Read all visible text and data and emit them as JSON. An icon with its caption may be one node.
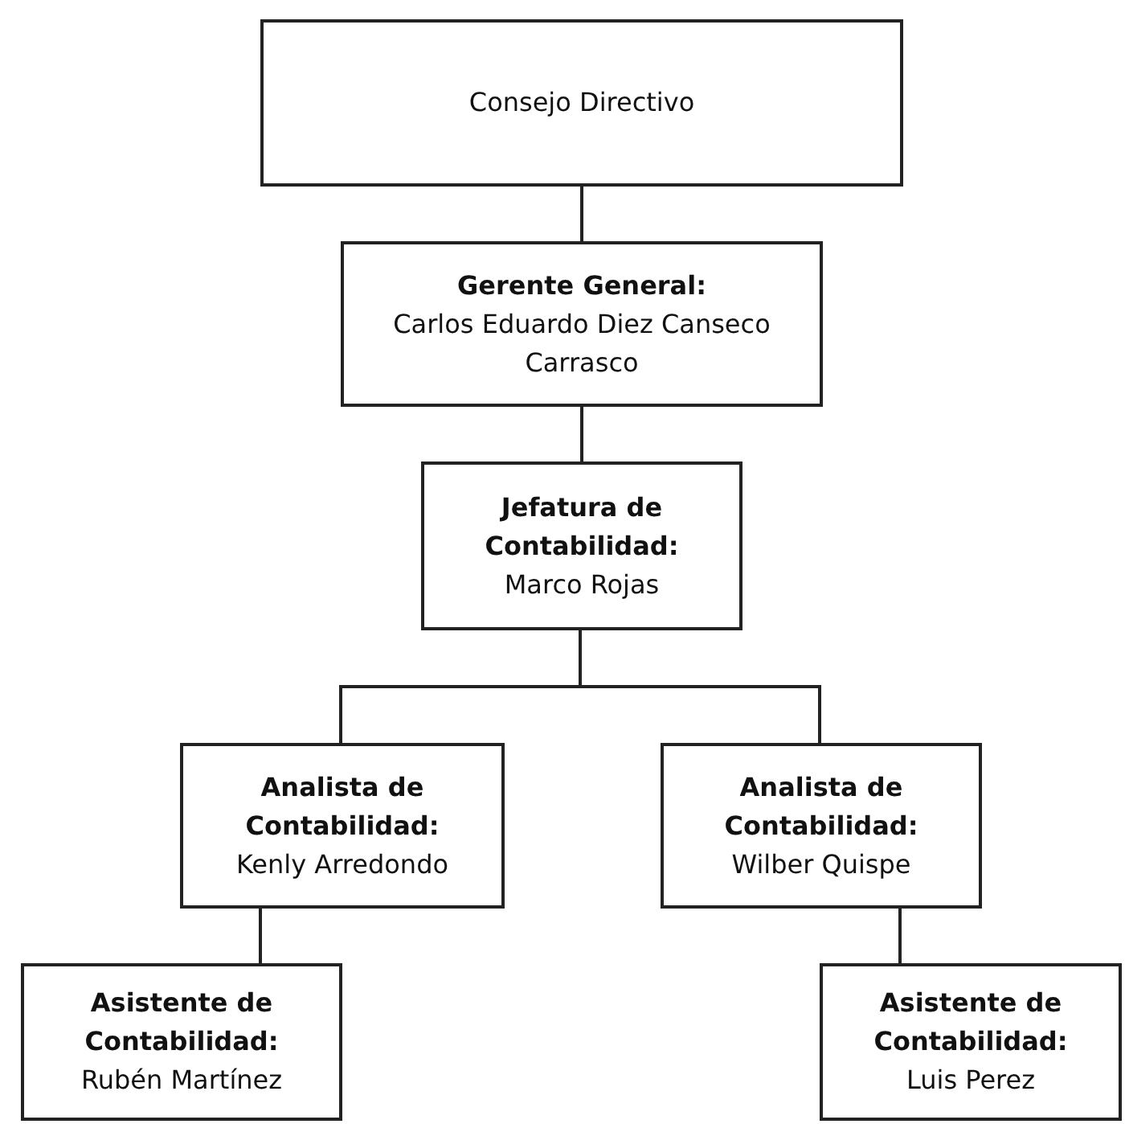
{
  "diagram": {
    "nodes": [
      {
        "text": [
          "Consejo Directivo"
        ]
      },
      {
        "text": [
          "Gerente General:",
          "Carlos Eduardo Diez Canseco Carrasco"
        ]
      },
      {
        "text": [
          "Jefatura de Contabilidad:",
          "Marco Rojas"
        ]
      },
      {
        "text": [
          "Analista de Contabilidad:",
          "Kenly Arredondo"
        ]
      },
      {
        "text": [
          "Analista de Contabilidad:",
          "Wilber Quispe"
        ]
      },
      {
        "text": [
          "Asistente de Contabilidad:",
          "Rubén Martínez"
        ]
      },
      {
        "text": [
          "Asistente de Contabilidad:",
          "Luis Perez"
        ]
      }
    ],
    "edges": [
      {
        "from": 0,
        "to": 1,
        "arrow": "none"
      },
      {
        "from": 1,
        "to": 2,
        "arrow": "none"
      },
      {
        "from": 2,
        "to": 3,
        "arrow": "none"
      },
      {
        "from": 2,
        "to": 4,
        "arrow": "none"
      },
      {
        "from": 3,
        "to": 5,
        "arrow": "none"
      },
      {
        "from": 4,
        "to": 6,
        "arrow": "none"
      }
    ]
  }
}
